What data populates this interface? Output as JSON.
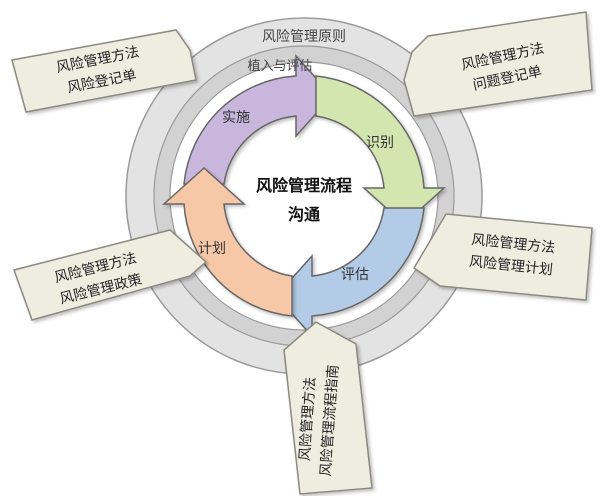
{
  "diagram": {
    "outer_ring_label": "风险管理原则",
    "inner_ring_label": "植入与评估",
    "center": {
      "line1": "风险管理流程",
      "line2": "沟通"
    },
    "cycle": [
      {
        "label": "实施",
        "color": "#c8b6dc"
      },
      {
        "label": "识别",
        "color": "#d4e6b0"
      },
      {
        "label": "评估",
        "color": "#b3cbe6"
      },
      {
        "label": "计划",
        "color": "#f6c8a8"
      }
    ],
    "notes": {
      "top_left": [
        "风险管理方法",
        "风险登记单"
      ],
      "top_right": [
        "风险管理方法",
        "问题登记单"
      ],
      "right": [
        "风险管理方法",
        "风险管理计划"
      ],
      "left": [
        "风险管理方法",
        "风险管理政策"
      ],
      "bottom": [
        "风险管理方法",
        "风险管理流程指南"
      ]
    },
    "colors": {
      "note_fill": "#efece0",
      "note_stroke": "#8a8a80",
      "outer_ring": "#e3e3e3",
      "middle_ring": "#d2d2d2",
      "ring_stroke": "#9a9a9a"
    }
  }
}
